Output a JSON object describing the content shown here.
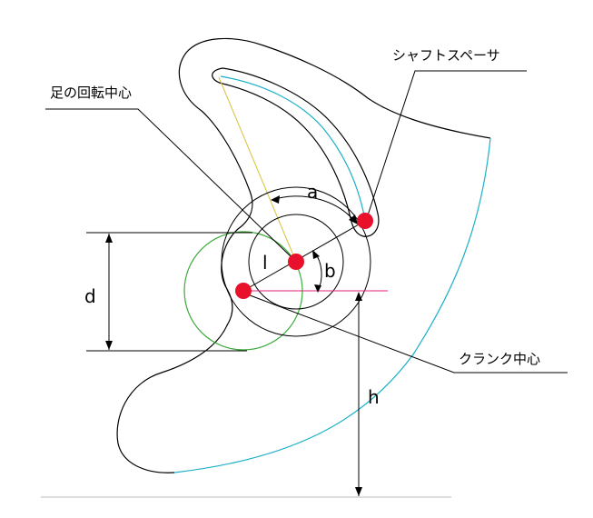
{
  "labels": {
    "shaft_spacer": "シャフトスペーサ",
    "foot_rotation_center": "足の回転中心",
    "crank_center": "クランク中心",
    "a": "a",
    "b": "b",
    "l": "l",
    "d": "d",
    "h": "h"
  },
  "colors": {
    "outline": "#000000",
    "cyan": "#1ab0c8",
    "green": "#3aaa3a",
    "magenta": "#e0207a",
    "yellow": "#d8c23a",
    "pivot": "#e8102a",
    "ground": "#bbbbbb"
  }
}
